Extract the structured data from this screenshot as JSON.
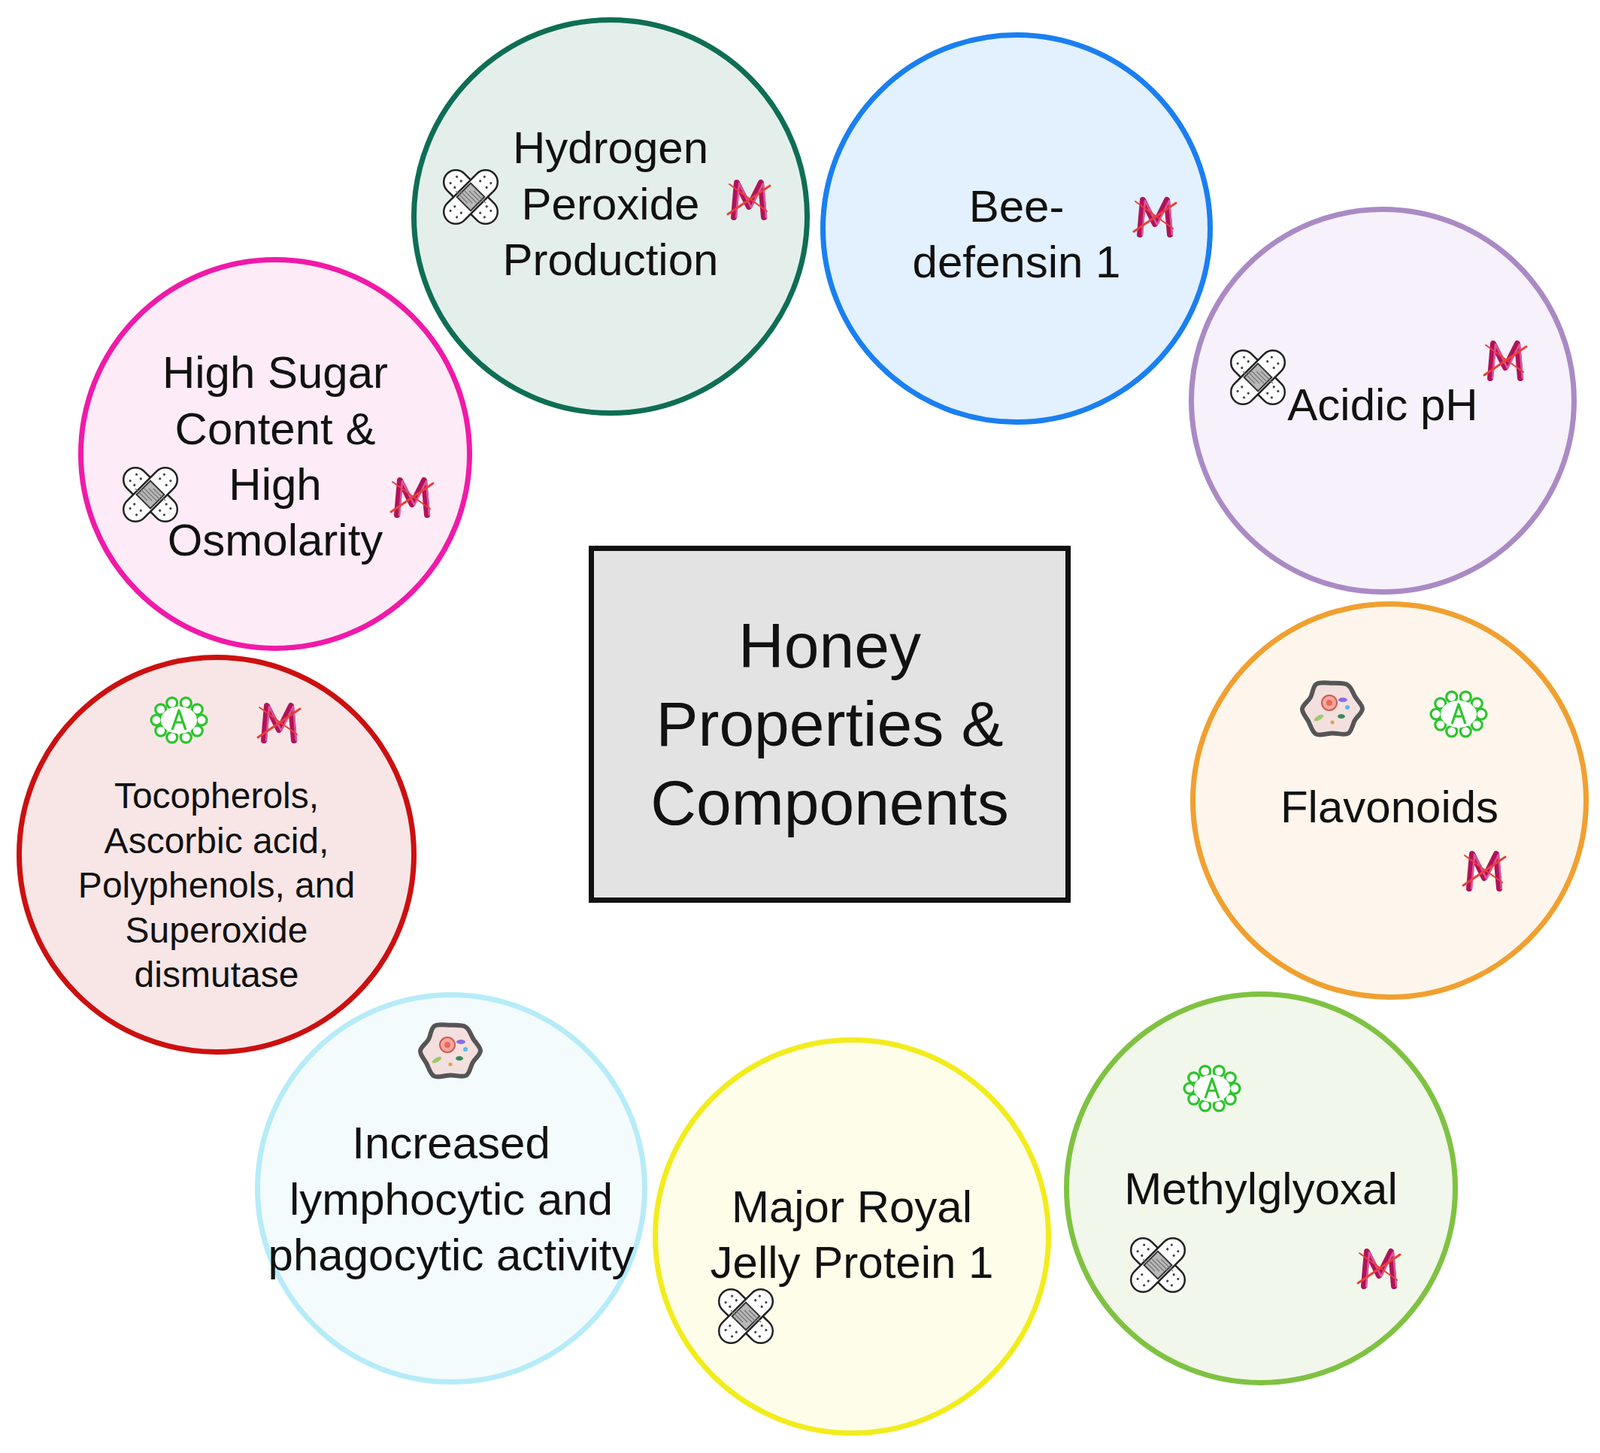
{
  "diagram": {
    "nodes": [
      {
        "text": [
          "Honey Properties & Components"
        ]
      },
      {
        "text": [
          "Hydrogen Peroxide Production"
        ]
      },
      {
        "text": [
          "Bee-defensin 1"
        ]
      },
      {
        "text": [
          "Acidic pH"
        ]
      },
      {
        "text": [
          "Flavonoids"
        ]
      },
      {
        "text": [
          "Methylglyoxal"
        ]
      },
      {
        "text": [
          "Major Royal Jelly Protein 1"
        ]
      },
      {
        "text": [
          "Increased lymphocytic and phagocytic activity"
        ]
      },
      {
        "text": [
          "Tocopherols, Ascorbic acid, Polyphenols, and Superoxide dismutase"
        ]
      },
      {
        "text": [
          "High Sugar Content & High Osmolarity"
        ]
      }
    ]
  }
}
